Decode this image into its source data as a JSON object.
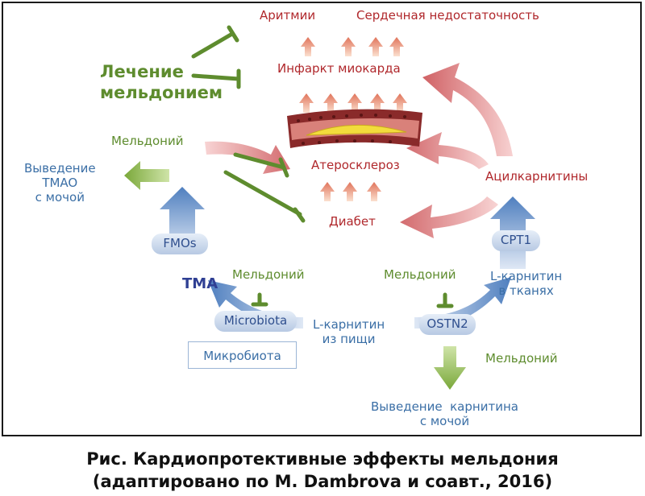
{
  "labels": {
    "arrhythmia": "Аритмии",
    "heart_failure": "Сердечная недостаточность",
    "myocardial_infarction": "Инфаркт миокарда",
    "treatment_title": "Лечение\nмельдонием",
    "meldonium_1": "Мельдоний",
    "tmao_excretion": "Выведение\nTMAO\nс мочой",
    "atherosclerosis": "Атеросклероз",
    "acylcarnitines": "Ацилкарнитины",
    "diabetes": "Диабет",
    "fmos": "FMOs",
    "cpt1": "CPT1",
    "tma": "TMA",
    "meldonium_2": "Мельдоний",
    "meldonium_3": "Мельдоний",
    "l_carnitine_tissues": "L-карнитин\nв тканях",
    "microbiota_en": "Microbiota",
    "l_carnitine_food": "L-карнитин\nиз пищи",
    "ostn2": "OSTN2",
    "microbiota_ru": "Микробиота",
    "meldonium_4": "Мельдоний",
    "carnitine_excretion": "Выведение  карнитина\nс мочой"
  },
  "caption": {
    "line1": "Рис. Кардиопротективные эффекты мельдония",
    "line2": "(адаптировано по M. Dambrova и соавт., 2016)"
  },
  "colors": {
    "red_text": "#b0282c",
    "green_text": "#5e8c2e",
    "blue_text": "#3b6fa6",
    "tma_text": "#2f3f93",
    "red_arrow": "#c8464a",
    "blue_arrow": "#4f7fbf",
    "green_arrow": "#7aa83a",
    "plaque": "#f2dc3c"
  }
}
